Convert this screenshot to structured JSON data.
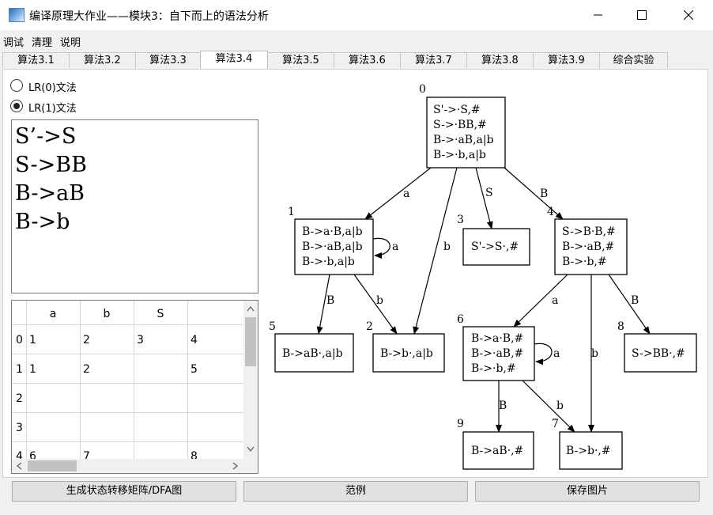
{
  "window": {
    "title": "编译原理大作业——模块3：自下而上的语法分析",
    "minimize_label": "—",
    "maximize_label": "☐",
    "close_label": "✕"
  },
  "menu": [
    "调试",
    "清理",
    "说明"
  ],
  "tabs": [
    "算法3.1",
    "算法3.2",
    "算法3.3",
    "算法3.4",
    "算法3.5",
    "算法3.6",
    "算法3.7",
    "算法3.8",
    "算法3.9",
    "综合实验"
  ],
  "active_tab": "算法3.4",
  "radios": [
    {
      "label": "LR(0)文法",
      "checked": false
    },
    {
      "label": "LR(1)文法",
      "checked": true
    }
  ],
  "grammar": [
    "S’->S",
    "S->BB",
    "B->aB",
    "B->b"
  ],
  "table": {
    "headers": [
      "",
      "a",
      "b",
      "S",
      ""
    ],
    "rows": [
      [
        "0",
        "1",
        "2",
        "3",
        "4"
      ],
      [
        "1",
        "1",
        "2",
        "",
        "5"
      ],
      [
        "2",
        "",
        "",
        "",
        ""
      ],
      [
        "3",
        "",
        "",
        "",
        ""
      ],
      [
        "4",
        "6",
        "7",
        "",
        "8"
      ]
    ]
  },
  "scroll_icons": {
    "up": "chevron-up-icon",
    "down": "chevron-down-icon",
    "left": "chevron-left-icon",
    "right": "chevron-right-icon"
  },
  "buttons": {
    "generate": "生成状态转移矩阵/DFA图",
    "example": "范例",
    "save": "保存图片"
  },
  "dfa": {
    "states": [
      {
        "id": "0",
        "items": [
          "S'->·S,#",
          "S->·BB,#",
          "B->·aB,a|b",
          "B->·b,a|b"
        ]
      },
      {
        "id": "1",
        "items": [
          "B->a·B,a|b",
          "B->·aB,a|b",
          "B->·b,a|b"
        ]
      },
      {
        "id": "3",
        "items": [
          "S'->S·,#"
        ]
      },
      {
        "id": "4",
        "items": [
          "S->B·B,#",
          "B->·aB,#",
          "B->·b,#"
        ]
      },
      {
        "id": "5",
        "items": [
          "B->aB·,a|b"
        ]
      },
      {
        "id": "2",
        "items": [
          "B->b·,a|b"
        ]
      },
      {
        "id": "6",
        "items": [
          "B->a·B,#",
          "B->·aB,#",
          "B->·b,#"
        ]
      },
      {
        "id": "8",
        "items": [
          "S->BB·,#"
        ]
      },
      {
        "id": "9",
        "items": [
          "B->aB·,#"
        ]
      },
      {
        "id": "7",
        "items": [
          "B->b·,#"
        ]
      }
    ],
    "edges": [
      {
        "from": "0",
        "to": "1",
        "label": "a"
      },
      {
        "from": "0",
        "to": "2",
        "label": "b"
      },
      {
        "from": "0",
        "to": "3",
        "label": "S"
      },
      {
        "from": "0",
        "to": "4",
        "label": "B"
      },
      {
        "from": "1",
        "to": "1",
        "label": "a"
      },
      {
        "from": "1",
        "to": "5",
        "label": "B"
      },
      {
        "from": "1",
        "to": "2",
        "label": "b"
      },
      {
        "from": "4",
        "to": "6",
        "label": "a"
      },
      {
        "from": "4",
        "to": "7",
        "label": "b"
      },
      {
        "from": "4",
        "to": "8",
        "label": "B"
      },
      {
        "from": "6",
        "to": "6",
        "label": "a"
      },
      {
        "from": "6",
        "to": "9",
        "label": "B"
      },
      {
        "from": "6",
        "to": "7",
        "label": "b"
      }
    ]
  }
}
